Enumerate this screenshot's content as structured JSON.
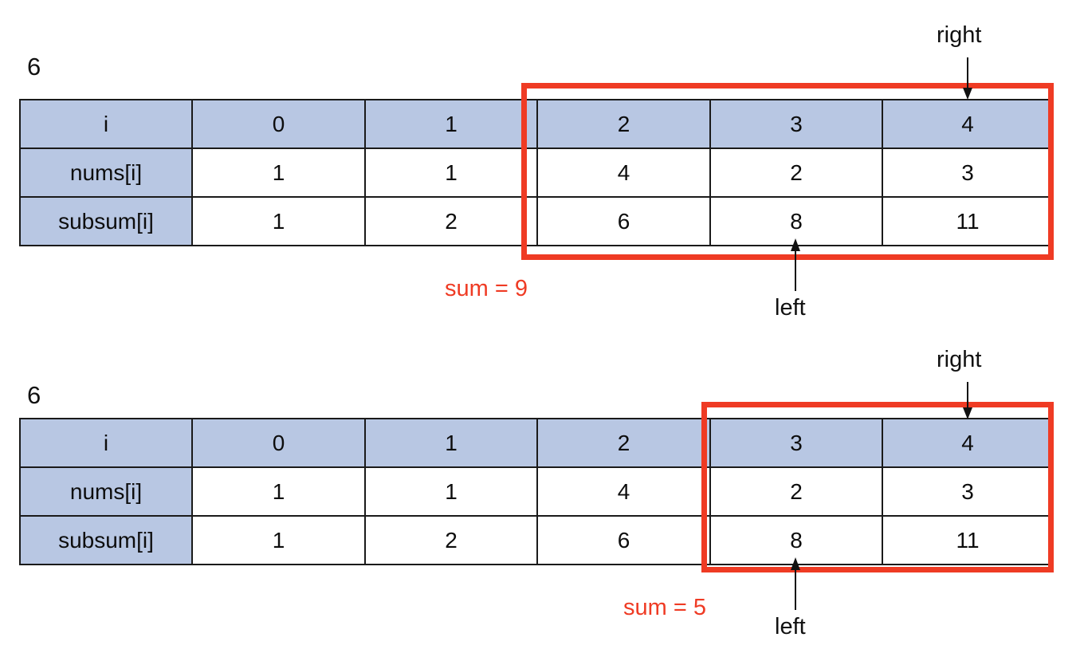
{
  "colors": {
    "header_fill": "#b8c7e3",
    "grid_line": "#1a1a1a",
    "highlight_red": "#ef3b24",
    "text": "#111111",
    "background": "#ffffff"
  },
  "panels": [
    {
      "id": "panel-top",
      "count_label": "6",
      "row_headers": [
        "i",
        "nums[i]",
        "subsum[i]"
      ],
      "columns": [
        {
          "i": "0",
          "nums": "1",
          "subsum": "1",
          "highlighted": false
        },
        {
          "i": "1",
          "nums": "1",
          "subsum": "2",
          "highlighted": false
        },
        {
          "i": "2",
          "nums": "4",
          "subsum": "6",
          "highlighted": true
        },
        {
          "i": "3",
          "nums": "2",
          "subsum": "8",
          "highlighted": true
        },
        {
          "i": "4",
          "nums": "3",
          "subsum": "11",
          "highlighted": true
        }
      ],
      "sum_text": "sum = 9",
      "right_label": "right",
      "left_label": "left",
      "right_points_to_index": "4",
      "left_points_to_index": "3"
    },
    {
      "id": "panel-bottom",
      "count_label": "6",
      "row_headers": [
        "i",
        "nums[i]",
        "subsum[i]"
      ],
      "columns": [
        {
          "i": "0",
          "nums": "1",
          "subsum": "1",
          "highlighted": false
        },
        {
          "i": "1",
          "nums": "1",
          "subsum": "2",
          "highlighted": false
        },
        {
          "i": "2",
          "nums": "4",
          "subsum": "6",
          "highlighted": false
        },
        {
          "i": "3",
          "nums": "2",
          "subsum": "8",
          "highlighted": true
        },
        {
          "i": "4",
          "nums": "3",
          "subsum": "11",
          "highlighted": true
        }
      ],
      "sum_text": "sum = 5",
      "right_label": "right",
      "left_label": "left",
      "right_points_to_index": "4",
      "left_points_to_index": "3"
    }
  ]
}
